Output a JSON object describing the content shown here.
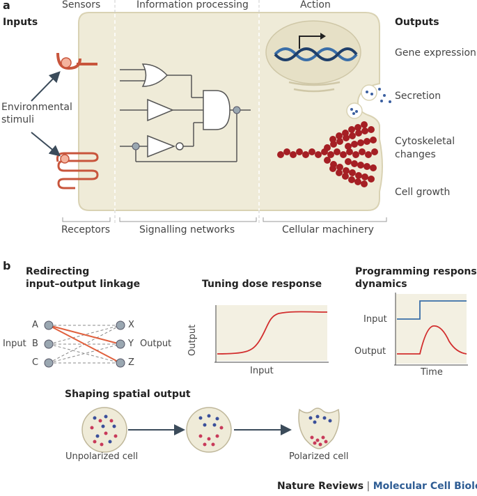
{
  "panel_a": {
    "letter": "a",
    "top_labels": [
      "Sensors",
      "Information processing",
      "Action"
    ],
    "inputs_title": "Inputs",
    "outputs_title": "Outputs",
    "stimuli_line1": "Environmental",
    "stimuli_line2": "stimuli",
    "outputs": [
      "Gene expression",
      "Secretion",
      "Cytoskeletal",
      "changes",
      "Cell growth"
    ],
    "bottom_labels": [
      "Receptors",
      "Signalling networks",
      "Cellular machinery"
    ],
    "colors": {
      "cell_fill": "#efebd8",
      "cell_stroke": "#d9d2b3",
      "receptor": "#c8553c",
      "actin": "#a51f24",
      "dna_blue": "#3a6ea8"
    }
  },
  "panel_b": {
    "letter": "b",
    "redirect_title1": "Redirecting",
    "redirect_title2": "input–output linkage",
    "inputs": [
      "A",
      "B",
      "C"
    ],
    "outputs": [
      "X",
      "Y",
      "Z"
    ],
    "input_label": "Input",
    "output_label": "Output",
    "tuning_title": "Tuning dose response",
    "tuning_ylabel": "Output",
    "tuning_xlabel": "Input",
    "dyn_title1": "Programming response",
    "dyn_title2": "dynamics",
    "dyn_input": "Input",
    "dyn_output": "Output",
    "dyn_xlabel": "Time",
    "spatial_title": "Shaping spatial output",
    "unpolarized": "Unpolarized cell",
    "polarized": "Polarized cell"
  },
  "footer": {
    "journal_a": "Nature Reviews",
    "separator": "|",
    "journal_b": "Molecular Cell Biology"
  }
}
